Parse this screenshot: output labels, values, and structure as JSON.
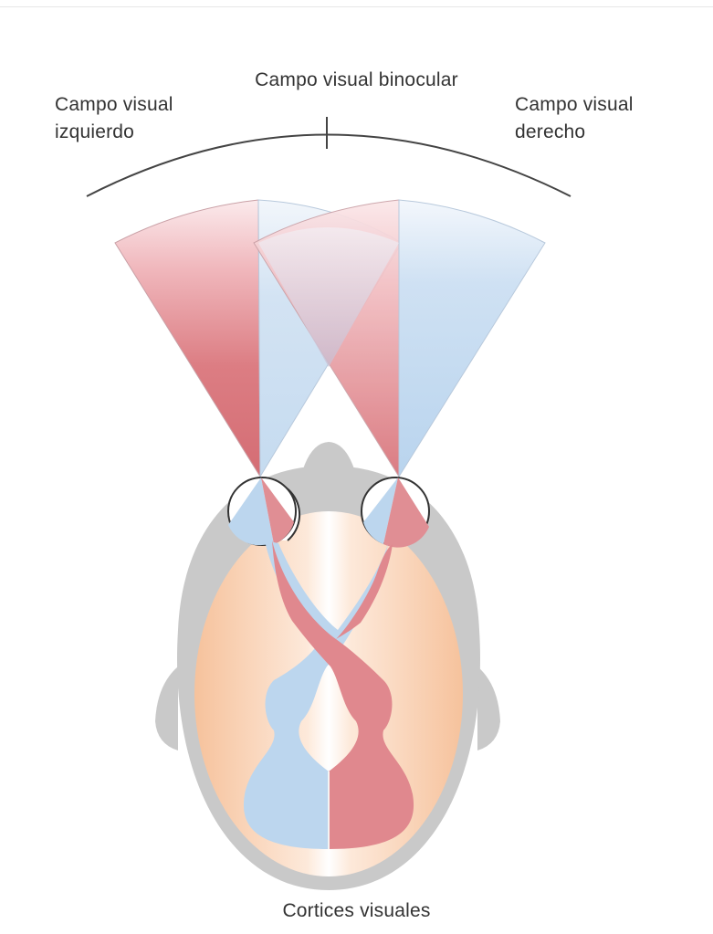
{
  "labels": {
    "binocular_field": "Campo visual binocular",
    "left_field_line1": "Campo visual",
    "left_field_line2": "izquierdo",
    "right_field_line1": "Campo visual",
    "right_field_line2": "derecho",
    "visual_cortices": "Cortices visuales"
  },
  "colors": {
    "left_field": "#d9737a",
    "right_field": "#bcd6ee",
    "head": "#c9c9c9",
    "brain": "#f6c9a6"
  }
}
